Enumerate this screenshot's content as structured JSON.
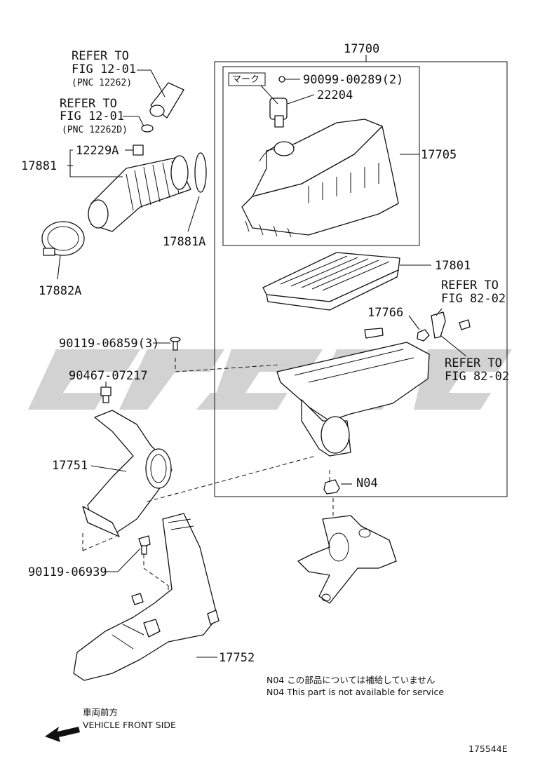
{
  "labels": {
    "refer1_a": "REFER TO",
    "refer1_b": "FIG 12-01",
    "refer1_c": "(PNC 12262)",
    "refer2_a": "REFER TO",
    "refer2_b": "FIG 12-01",
    "refer2_c": "(PNC 12262D)",
    "p17881": "17881",
    "p12229A": "12229A",
    "p17881A": "17881A",
    "p17882A": "17882A",
    "p17700": "17700",
    "mark_box": "マーク",
    "p90099": "90099-00289(2)",
    "p22204": "22204",
    "p17705": "17705",
    "p17801": "17801",
    "p17766": "17766",
    "refer3_a": "REFER TO",
    "refer3_b": "FIG 82-02",
    "refer4_a": "REFER TO",
    "refer4_b": "FIG 82-02",
    "p90119_06859": "90119-06859(3)",
    "p90467": "90467-07217",
    "p17751": "17751",
    "pN04": "N04",
    "p90119_06939": "90119-06939",
    "p17752": "17752"
  },
  "notes": {
    "n04_jp": "N04  この部品については補給していません",
    "n04_en": "N04  This part is not available for service"
  },
  "direction": {
    "jp": "車両前方",
    "en": "VEHICLE FRONT SIDE"
  },
  "figure_id": "175544E"
}
